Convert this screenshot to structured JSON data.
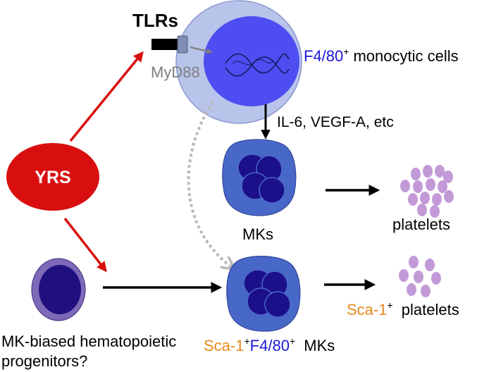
{
  "receptor": {
    "label": "TLRs",
    "adaptor": "MyD88"
  },
  "monocyte": {
    "marker": "F4/80",
    "sup": "+",
    "description": "monocytic cells"
  },
  "signal": {
    "label": "IL-6, VEGF-A, etc"
  },
  "yrs": {
    "label": "YRS"
  },
  "mk_top": {
    "label": "MKs"
  },
  "platelets_top": {
    "label": "platelets"
  },
  "progenitor": {
    "line1": "MK-biased hematopoietic",
    "line2": "progenitors?"
  },
  "mk_bottom": {
    "sca": "Sca-1",
    "sca_sup": "+",
    "marker": "F4/80",
    "marker_sup": "+",
    "suffix": " MKs"
  },
  "platelets_bottom": {
    "sca": "Sca-1",
    "sca_sup": "+",
    "suffix": " platelets"
  },
  "colors": {
    "red": "#d90f0f",
    "blue_text": "#1a1ad6",
    "orange_text": "#e8891c",
    "gray": "#7f7f7f",
    "cell_outer": "#b9c4ea",
    "cell_nucleus": "#4d4df2",
    "mk_body": "#4868c8",
    "mk_nucleus": "#1c0f8a",
    "platelet": "#c39ad8",
    "prog_outer": "#7d69b8",
    "prog_inner": "#20107f"
  }
}
